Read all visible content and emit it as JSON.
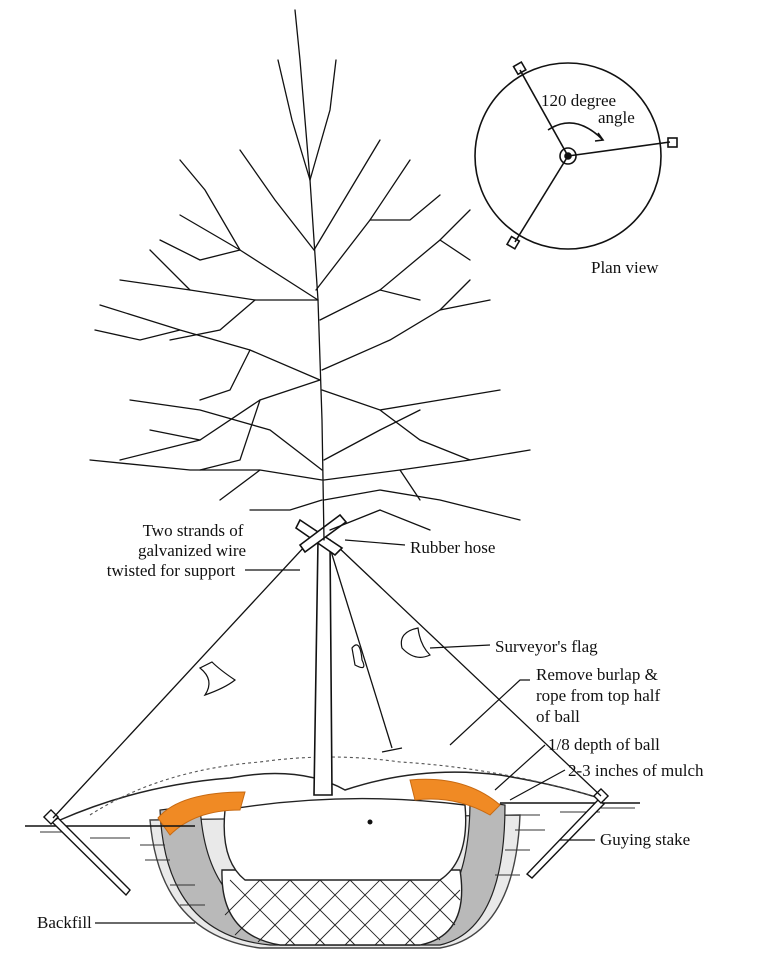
{
  "plan_view": {
    "title": "Plan view",
    "angle_label_line1": "120 degree",
    "angle_label_line2": "angle"
  },
  "labels": {
    "wire_line1": "Two strands of",
    "wire_line2": "galvanized wire",
    "wire_line3": "twisted for support",
    "rubber_hose": "Rubber hose",
    "surveyors_flag": "Surveyor's flag",
    "burlap_line1": "Remove burlap &",
    "burlap_line2": "rope from top half",
    "burlap_line3": "of ball",
    "depth": "1/8 depth of ball",
    "mulch": "2-3 inches of mulch",
    "guying_stake": "Guying stake",
    "backfill": "Backfill"
  },
  "colors": {
    "ink": "#111111",
    "soil_gray": "#b9b9b9",
    "soil_light": "#dcdcdc",
    "burlap_orange": "#f08a24"
  }
}
